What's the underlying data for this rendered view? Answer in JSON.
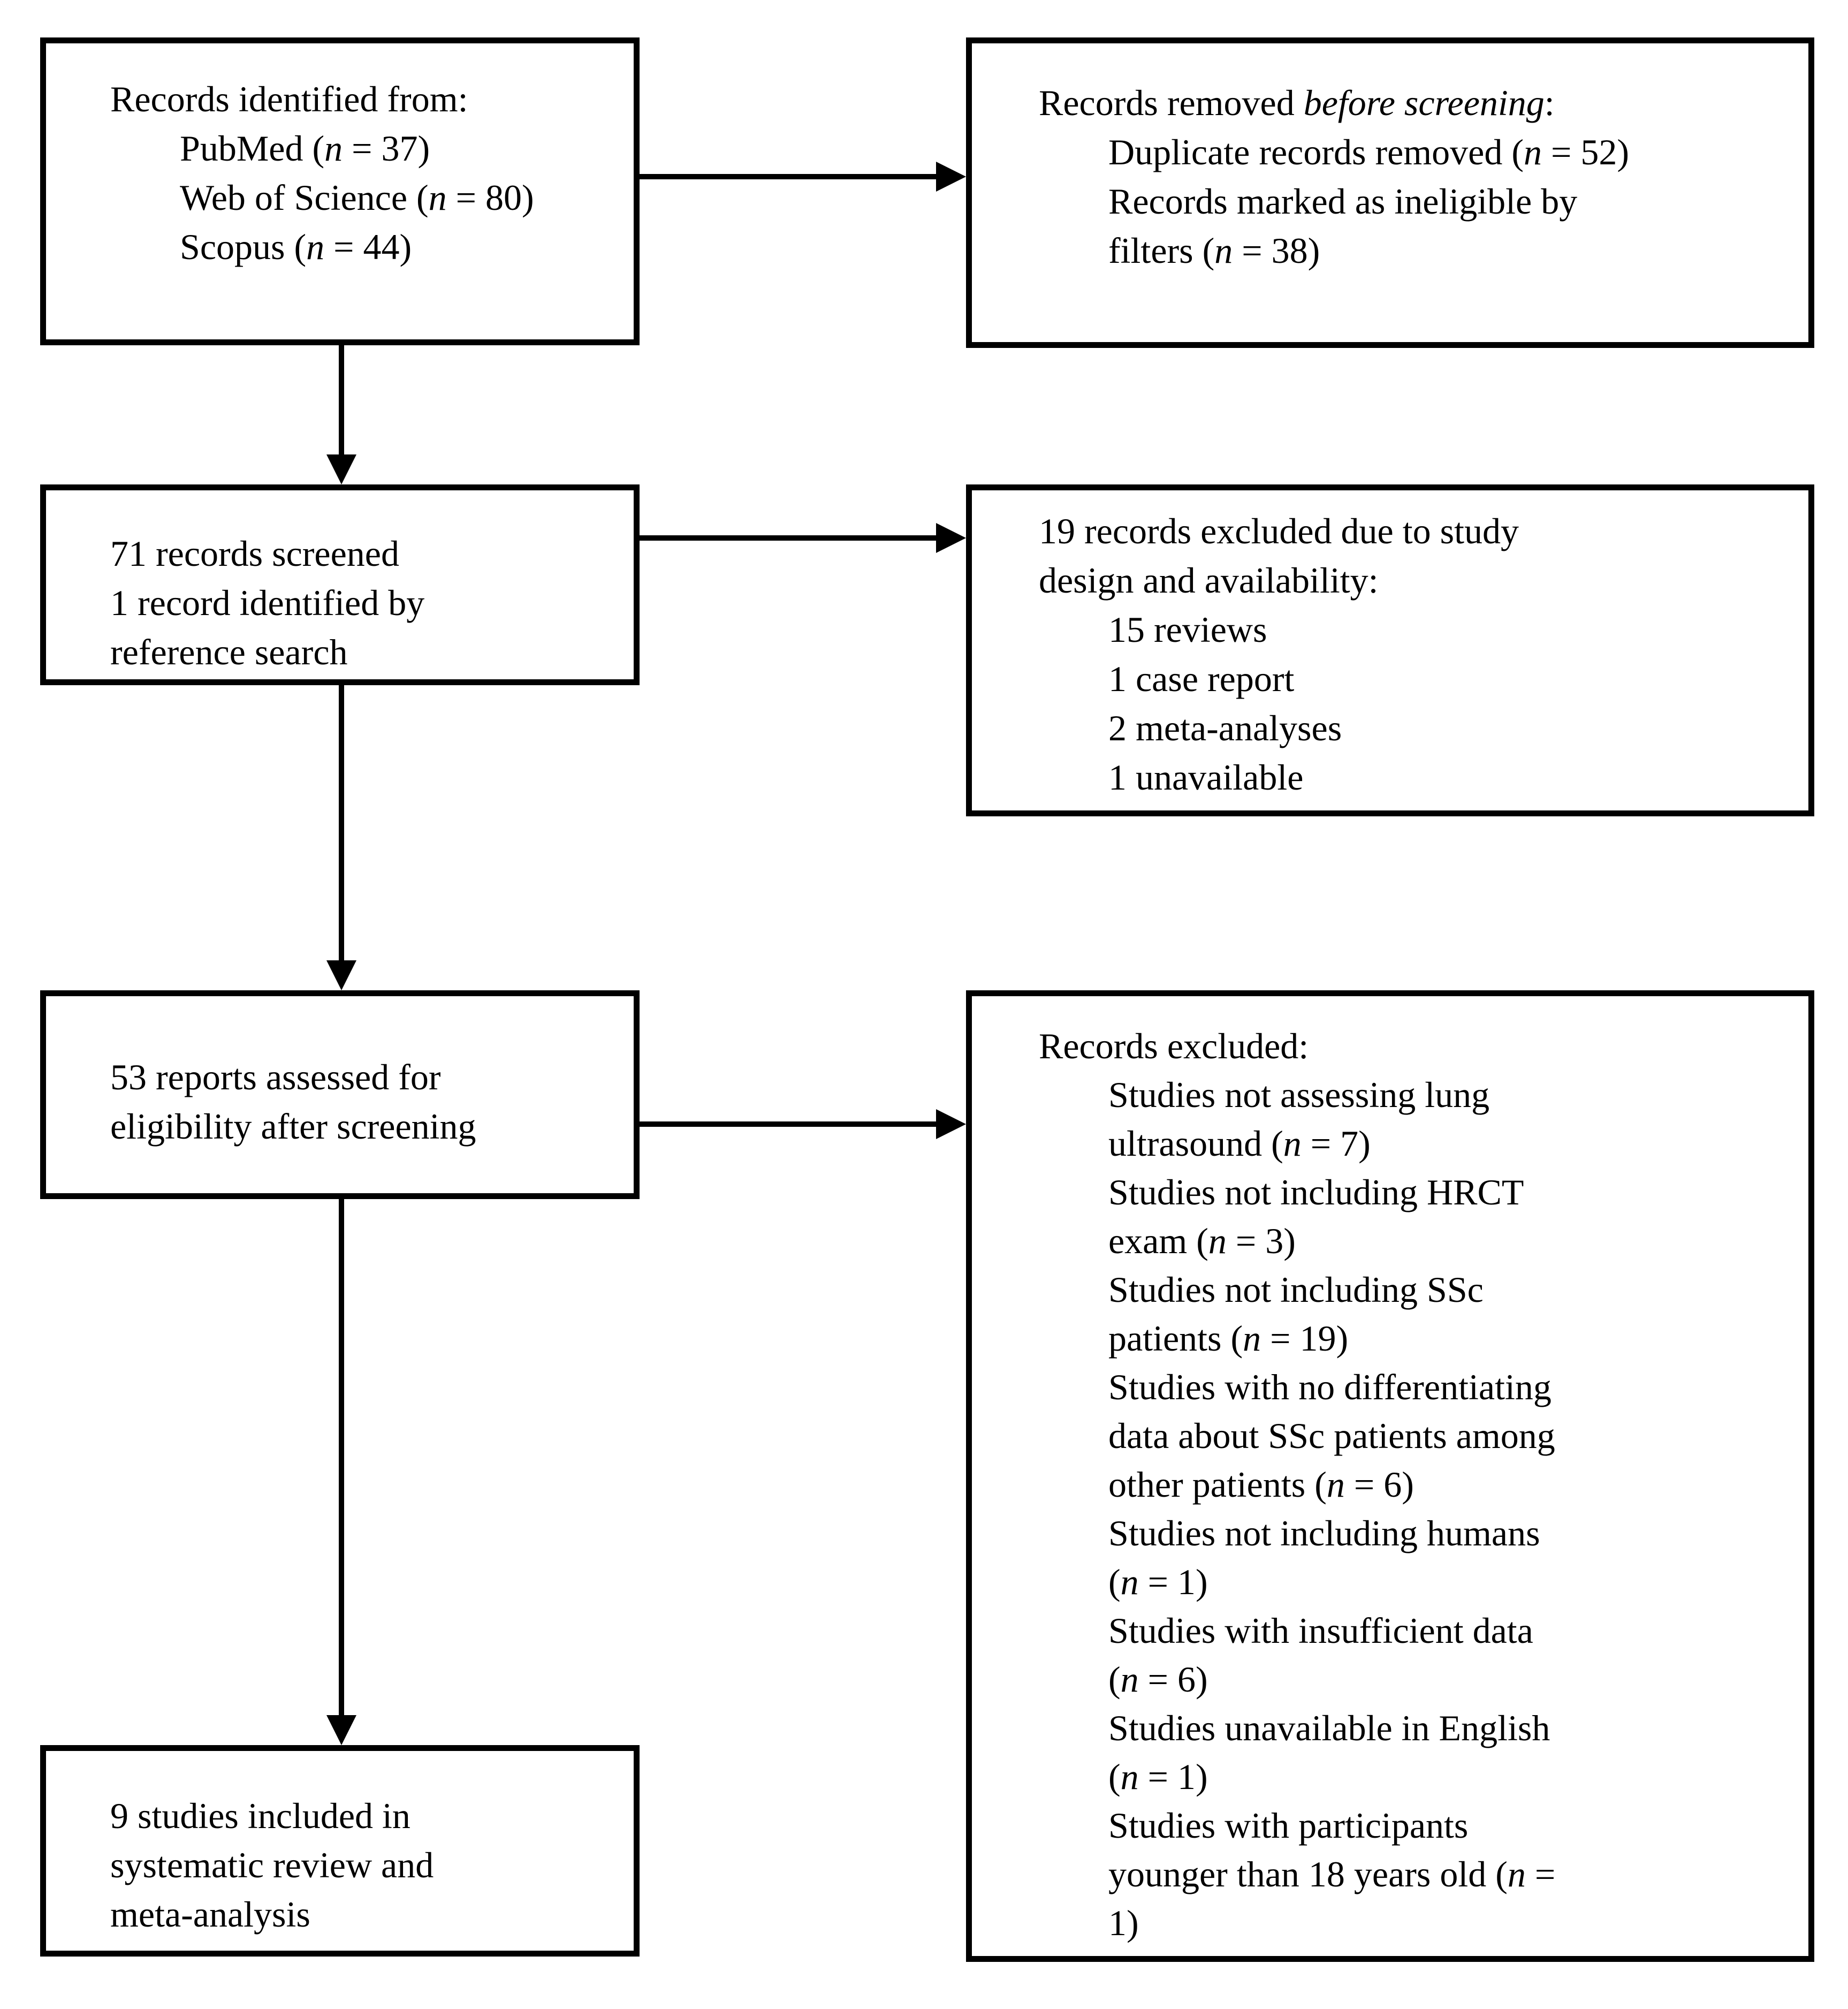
{
  "figure": {
    "type": "prisma-flow-diagram",
    "colors": {
      "background": "#ffffff",
      "line": "#000000",
      "text": "#000000"
    }
  },
  "boxes": [
    {
      "id": "identification",
      "lines": [
        {
          "indent": 0,
          "segments": [
            {
              "t": "Records identified from:"
            }
          ]
        },
        {
          "indent": 1,
          "segments": [
            {
              "t": "PubMed ("
            },
            {
              "t": "n",
              "i": true
            },
            {
              "t": " = 37)"
            }
          ]
        },
        {
          "indent": 1,
          "segments": [
            {
              "t": "Web of Science ("
            },
            {
              "t": "n",
              "i": true
            },
            {
              "t": " = 80)"
            }
          ]
        },
        {
          "indent": 1,
          "segments": [
            {
              "t": "Scopus ("
            },
            {
              "t": "n",
              "i": true
            },
            {
              "t": " = 44)"
            }
          ]
        }
      ]
    },
    {
      "id": "removed-before-screening",
      "lines": [
        {
          "indent": 0,
          "segments": [
            {
              "t": "Records removed "
            },
            {
              "t": "before screening",
              "i": true
            },
            {
              "t": ":"
            }
          ]
        },
        {
          "indent": 1,
          "segments": [
            {
              "t": "Duplicate records removed ("
            },
            {
              "t": "n",
              "i": true
            },
            {
              "t": " = 52)"
            }
          ]
        },
        {
          "indent": 1,
          "segments": [
            {
              "t": "Records marked as ineligible by"
            }
          ]
        },
        {
          "indent": 1,
          "segments": [
            {
              "t": "filters ("
            },
            {
              "t": "n",
              "i": true
            },
            {
              "t": " = 38)"
            }
          ]
        }
      ]
    },
    {
      "id": "screened",
      "lines": [
        {
          "indent": 0,
          "segments": [
            {
              "t": "71 records screened"
            }
          ]
        },
        {
          "indent": 0,
          "segments": [
            {
              "t": "1 record identified by"
            }
          ]
        },
        {
          "indent": 0,
          "segments": [
            {
              "t": "reference search"
            }
          ]
        }
      ]
    },
    {
      "id": "excluded-design",
      "lines": [
        {
          "indent": 0,
          "segments": [
            {
              "t": "19 records excluded due to study"
            }
          ]
        },
        {
          "indent": 0,
          "segments": [
            {
              "t": "design and availability:"
            }
          ]
        },
        {
          "indent": 1,
          "segments": [
            {
              "t": "15 reviews"
            }
          ]
        },
        {
          "indent": 1,
          "segments": [
            {
              "t": "1 case report"
            }
          ]
        },
        {
          "indent": 1,
          "segments": [
            {
              "t": "2 meta-analyses"
            }
          ]
        },
        {
          "indent": 1,
          "segments": [
            {
              "t": "1 unavailable"
            }
          ]
        }
      ]
    },
    {
      "id": "assessed",
      "lines": [
        {
          "indent": 0,
          "segments": [
            {
              "t": "53 reports assessed for"
            }
          ]
        },
        {
          "indent": 0,
          "segments": [
            {
              "t": "eligibility after screening"
            }
          ]
        }
      ]
    },
    {
      "id": "excluded-eligibility",
      "lines": [
        {
          "indent": 0,
          "segments": [
            {
              "t": "Records excluded:"
            }
          ]
        },
        {
          "indent": 1,
          "segments": [
            {
              "t": "Studies not assessing lung"
            }
          ]
        },
        {
          "indent": 1,
          "segments": [
            {
              "t": "ultrasound ("
            },
            {
              "t": "n",
              "i": true
            },
            {
              "t": " = 7)"
            }
          ]
        },
        {
          "indent": 1,
          "segments": [
            {
              "t": "Studies not including HRCT"
            }
          ]
        },
        {
          "indent": 1,
          "segments": [
            {
              "t": "exam ("
            },
            {
              "t": "n",
              "i": true
            },
            {
              "t": " = 3)"
            }
          ]
        },
        {
          "indent": 1,
          "segments": [
            {
              "t": "Studies not including SSc"
            }
          ]
        },
        {
          "indent": 1,
          "segments": [
            {
              "t": "patients ("
            },
            {
              "t": "n",
              "i": true
            },
            {
              "t": " = 19)"
            }
          ]
        },
        {
          "indent": 1,
          "segments": [
            {
              "t": "Studies with no differentiating"
            }
          ]
        },
        {
          "indent": 1,
          "segments": [
            {
              "t": "data about SSc patients among"
            }
          ]
        },
        {
          "indent": 1,
          "segments": [
            {
              "t": "other patients ("
            },
            {
              "t": "n",
              "i": true
            },
            {
              "t": " = 6)"
            }
          ]
        },
        {
          "indent": 1,
          "segments": [
            {
              "t": "Studies not including humans"
            }
          ]
        },
        {
          "indent": 1,
          "segments": [
            {
              "t": "("
            },
            {
              "t": "n",
              "i": true
            },
            {
              "t": " = 1)"
            }
          ]
        },
        {
          "indent": 1,
          "segments": [
            {
              "t": "Studies with insufficient data"
            }
          ]
        },
        {
          "indent": 1,
          "segments": [
            {
              "t": "("
            },
            {
              "t": "n",
              "i": true
            },
            {
              "t": " = 6)"
            }
          ]
        },
        {
          "indent": 1,
          "segments": [
            {
              "t": "Studies unavailable in English"
            }
          ]
        },
        {
          "indent": 1,
          "segments": [
            {
              "t": "("
            },
            {
              "t": "n",
              "i": true
            },
            {
              "t": " = 1)"
            }
          ]
        },
        {
          "indent": 1,
          "segments": [
            {
              "t": "Studies with participants"
            }
          ]
        },
        {
          "indent": 1,
          "segments": [
            {
              "t": "younger than 18 years old ("
            },
            {
              "t": "n",
              "i": true
            },
            {
              "t": " ="
            }
          ]
        },
        {
          "indent": 1,
          "segments": [
            {
              "t": "1)"
            }
          ]
        }
      ]
    },
    {
      "id": "included",
      "lines": [
        {
          "indent": 0,
          "segments": [
            {
              "t": "9 studies included in"
            }
          ]
        },
        {
          "indent": 0,
          "segments": [
            {
              "t": "systematic review and"
            }
          ]
        },
        {
          "indent": 0,
          "segments": [
            {
              "t": "meta-analysis"
            }
          ]
        }
      ]
    }
  ]
}
